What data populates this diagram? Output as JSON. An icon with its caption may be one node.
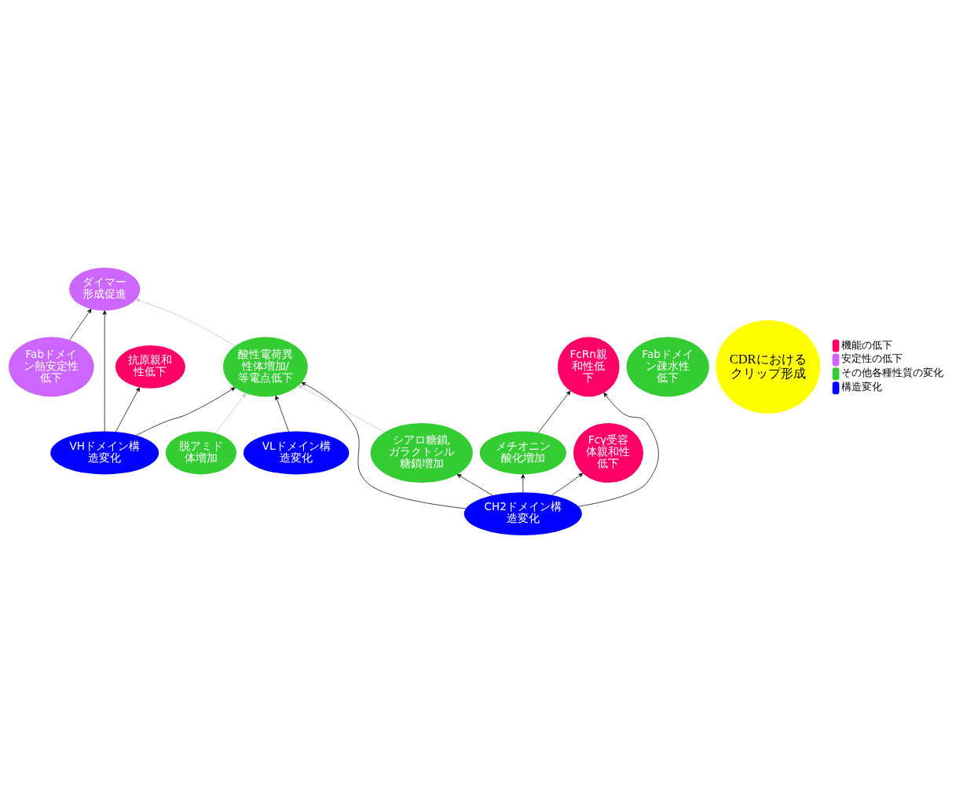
{
  "diagram": {
    "nodes": [
      {
        "text": [
          "ダイマー形成促進"
        ]
      },
      {
        "text": [
          "Fabドメイン熱安定性低下"
        ]
      },
      {
        "text": [
          "VHドメイン構造変化"
        ]
      },
      {
        "text": [
          "抗原親和性低下"
        ]
      },
      {
        "text": [
          "酸性電荷異性体増加/等電点低下"
        ]
      },
      {
        "text": [
          "脱アミド体増加"
        ]
      },
      {
        "text": [
          "VLドメイン構造変化"
        ]
      },
      {
        "text": [
          "シアロ糖鎖,ガラクトシル糖鎖増加"
        ]
      },
      {
        "text": [
          "Fabドメイン疎水性低下"
        ]
      },
      {
        "text": [
          "CDRにおけるクリップ形成"
        ]
      },
      {
        "text": [
          "CH2ドメイン構造変化"
        ]
      },
      {
        "text": [
          "メチオニン酸化増加"
        ]
      },
      {
        "text": [
          "Fcγ受容体親和性低下"
        ]
      },
      {
        "text": [
          "FcRn親和性低下"
        ]
      }
    ],
    "edges": [
      {
        "from": 2,
        "to": 0,
        "arrow": "to"
      },
      {
        "from": 1,
        "to": 0,
        "arrow": "to"
      },
      {
        "from": 2,
        "to": 3,
        "arrow": "to"
      },
      {
        "from": 2,
        "to": 4,
        "arrow": "to"
      },
      {
        "from": 4,
        "to": 0,
        "arrow": "to",
        "color": "#bfbfbf"
      },
      {
        "from": 5,
        "to": 4,
        "arrow": "to",
        "color": "#bfbfbf"
      },
      {
        "from": 6,
        "to": 4,
        "arrow": "to"
      },
      {
        "from": 7,
        "to": 4,
        "arrow": "to",
        "color": "#bfbfbf"
      },
      {
        "from": 10,
        "to": 4,
        "arrow": "to"
      },
      {
        "from": 10,
        "to": 7,
        "arrow": "to"
      },
      {
        "from": 10,
        "to": 11,
        "arrow": "to"
      },
      {
        "from": 10,
        "to": 13,
        "arrow": "to"
      },
      {
        "from": 10,
        "to": 12,
        "arrow": "to"
      },
      {
        "from": 11,
        "to": 13,
        "arrow": "to"
      }
    ],
    "legend": [
      {
        "text": "機能の低下",
        "color": "#ff0066"
      },
      {
        "text": "安定性の低下",
        "color": "#cc66ff"
      },
      {
        "text": "その他各種性質の変化",
        "color": "#33cc33"
      },
      {
        "text": "構造変化",
        "color": "#0000ff"
      }
    ]
  }
}
